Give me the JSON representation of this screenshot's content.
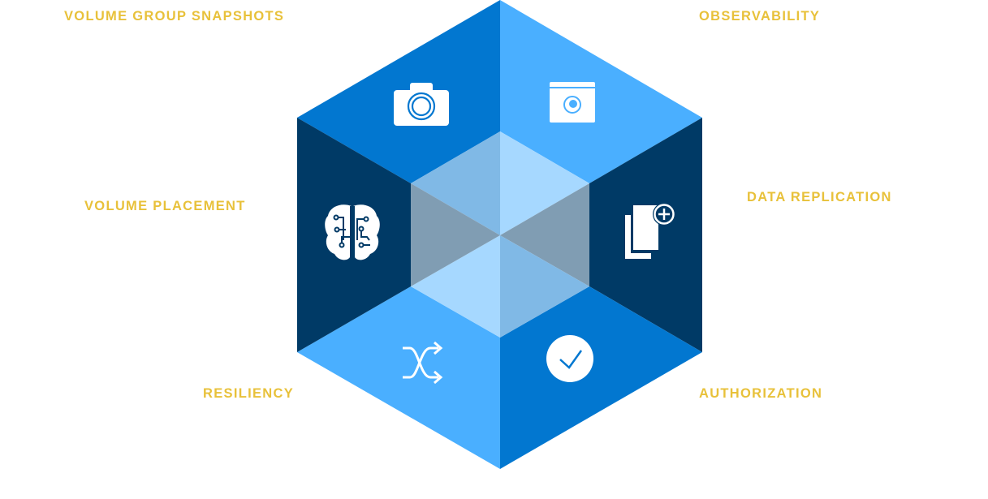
{
  "labels": {
    "volume_group_snapshots": "VOLUME GROUP SNAPSHOTS",
    "observability": "OBSERVABILITY",
    "volume_placement": "VOLUME PLACEMENT",
    "data_replication": "DATA REPLICATION",
    "resiliency": "RESILIENCY",
    "authorization": "AUTHORIZATION"
  },
  "colors": {
    "label": "#E8C13A",
    "blue_mid": "#0277D0",
    "blue_light": "#4AAFFF",
    "blue_dark": "#003A66",
    "inner_mid": "#80B9E6",
    "inner_light": "#A6D8FF",
    "inner_dark": "#809DB3"
  },
  "icons": [
    "camera-icon",
    "browser-eye-icon",
    "brain-circuit-icon",
    "copy-add-icon",
    "shuffle-icon",
    "check-circle-icon"
  ]
}
